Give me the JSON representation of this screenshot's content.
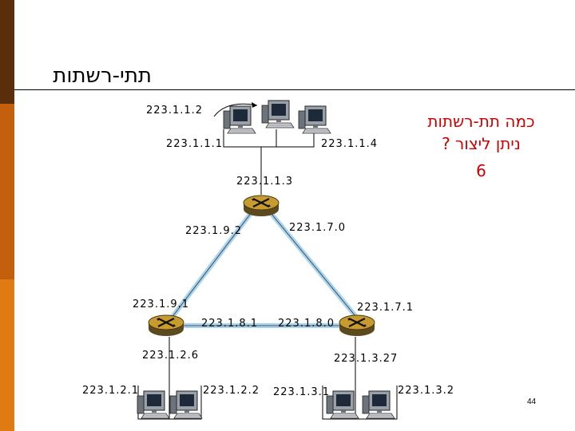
{
  "slide": {
    "title": "תתי-רשתות",
    "question_line1": "כמה תת-רשתות",
    "question_line2": "ניתן ליצור ?",
    "answer": "6",
    "page_number": "44",
    "colors": {
      "sidebar_dark": "#5a2e0a",
      "sidebar_mid": "#c45f0d",
      "sidebar_light": "#e07a12",
      "link": "#a8d4f0",
      "question": "#cc0000"
    }
  },
  "addresses": {
    "host_a": "223.1.1.2",
    "host_b": "223.1.1.1",
    "host_c": "223.1.1.4",
    "router_top_if_lan": "223.1.1.3",
    "router_top_if_left": "223.1.9.2",
    "router_top_if_right": "223.1.7.0",
    "router_left_if_top": "223.1.9.1",
    "router_left_if_right": "223.1.8.1",
    "router_left_if_lan": "223.1.2.6",
    "router_right_if_top": "223.1.7.1",
    "router_right_if_left": "223.1.8.0",
    "router_right_if_lan": "223.1.3.27",
    "host_d": "223.1.2.1",
    "host_e": "223.1.2.2",
    "host_f": "223.1.3.1",
    "host_g": "223.1.3.2"
  }
}
